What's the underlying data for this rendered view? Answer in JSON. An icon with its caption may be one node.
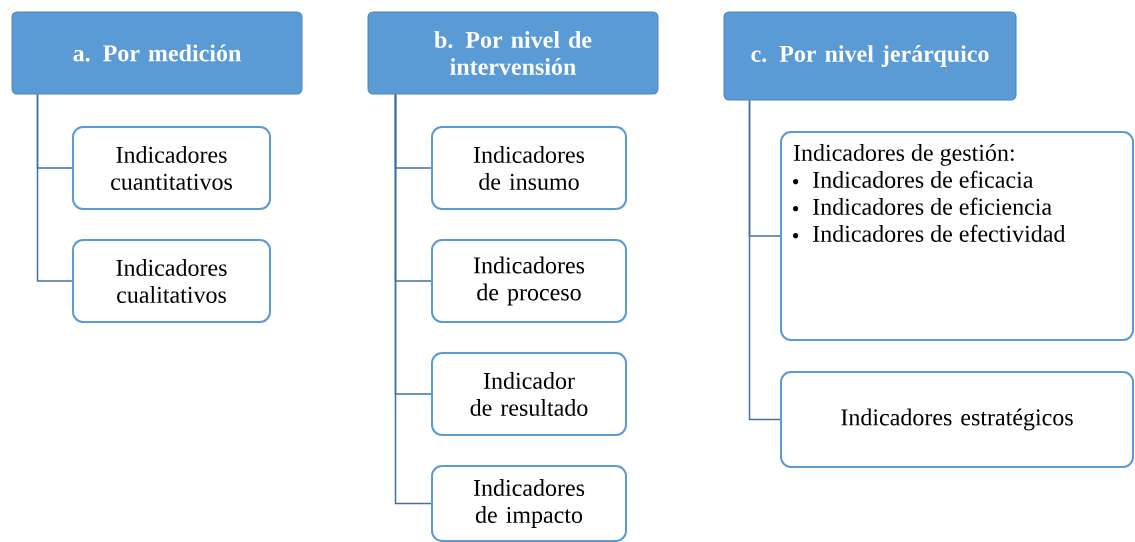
{
  "diagram": {
    "nodes": [
      {
        "text": [
          "a. Por medición"
        ]
      },
      {
        "text": [
          "Indicadores cuantitativos"
        ]
      },
      {
        "text": [
          "Indicadores cualitativos"
        ]
      },
      {
        "text": [
          "b. Por nivel de intervensión"
        ]
      },
      {
        "text": [
          "Indicadores de insumo"
        ]
      },
      {
        "text": [
          "Indicadores de proceso"
        ]
      },
      {
        "text": [
          "Indicador de resultado"
        ]
      },
      {
        "text": [
          "Indicadores de impacto"
        ]
      },
      {
        "text": [
          "c. Por nivel jerárquico"
        ]
      },
      {
        "text": [
          "Indicadores de gestión:",
          "Indicadores de eficacia",
          "Indicadores de eficiencia",
          "Indicadores de efectividad"
        ]
      },
      {
        "text": [
          "Indicadores estratégicos"
        ]
      }
    ],
    "edges": [
      {
        "from": 0,
        "to": 1,
        "arrow": "none"
      },
      {
        "from": 0,
        "to": 2,
        "arrow": "none"
      },
      {
        "from": 3,
        "to": 4,
        "arrow": "none"
      },
      {
        "from": 3,
        "to": 5,
        "arrow": "none"
      },
      {
        "from": 3,
        "to": 6,
        "arrow": "none"
      },
      {
        "from": 3,
        "to": 7,
        "arrow": "none"
      },
      {
        "from": 8,
        "to": 9,
        "arrow": "none"
      },
      {
        "from": 8,
        "to": 10,
        "arrow": "none"
      }
    ]
  }
}
